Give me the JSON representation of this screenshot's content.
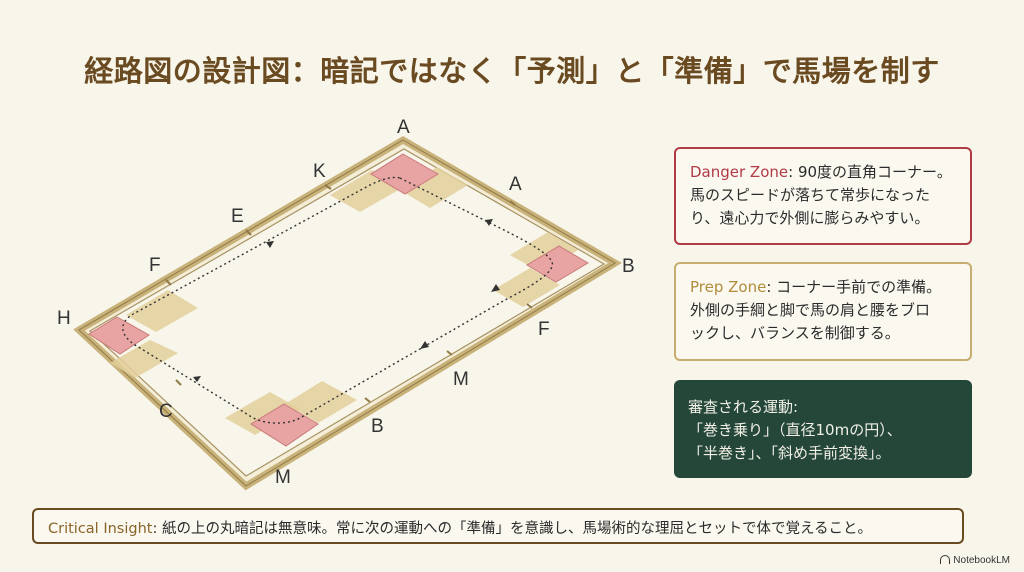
{
  "title": "経路図の設計図：暗記ではなく「予測」と「準備」で馬場を制す",
  "arena_letters": {
    "top": "A",
    "top_right_a": "A",
    "k": "K",
    "e": "E",
    "f_left": "F",
    "h": "H",
    "c": "C",
    "m_bottom": "M",
    "b_bottom": "B",
    "m_right": "M",
    "f_right": "F",
    "b_right": "B"
  },
  "cards": {
    "danger": {
      "label": "Danger Zone",
      "text_line1": ": 90度の直角コーナー。",
      "text_line2": "馬のスピードが落ちて常歩になった",
      "text_line3": "り、遠心力で外側に膨らみやすい。"
    },
    "prep": {
      "label": "Prep Zone",
      "text_line1": ": コーナー手前での準備。",
      "text_line2": "外側の手綱と脚で馬の肩と腰をブロ",
      "text_line3": "ックし、バランスを制御する。"
    },
    "moves": {
      "line1": "審査される運動:",
      "line2": "「巻き乗り」（直径10mの円）、",
      "line3": "「半巻き」、「斜め手前変換」。"
    }
  },
  "insight": {
    "label": "Critical Insight",
    "text": ": 紙の上の丸暗記は無意味。常に次の運動への「準備」を意識し、馬場術的な理屈とセットで体で覚えること。"
  },
  "brand": "NotebookLM",
  "colors": {
    "title": "#6a4a21",
    "danger": "#b03a46",
    "danger_fill": "#e8a3a3",
    "prep": "#c8ad70",
    "prep_fill": "#e3cf9b",
    "moves_bg": "#24473a",
    "rail": "#c9b27a"
  }
}
